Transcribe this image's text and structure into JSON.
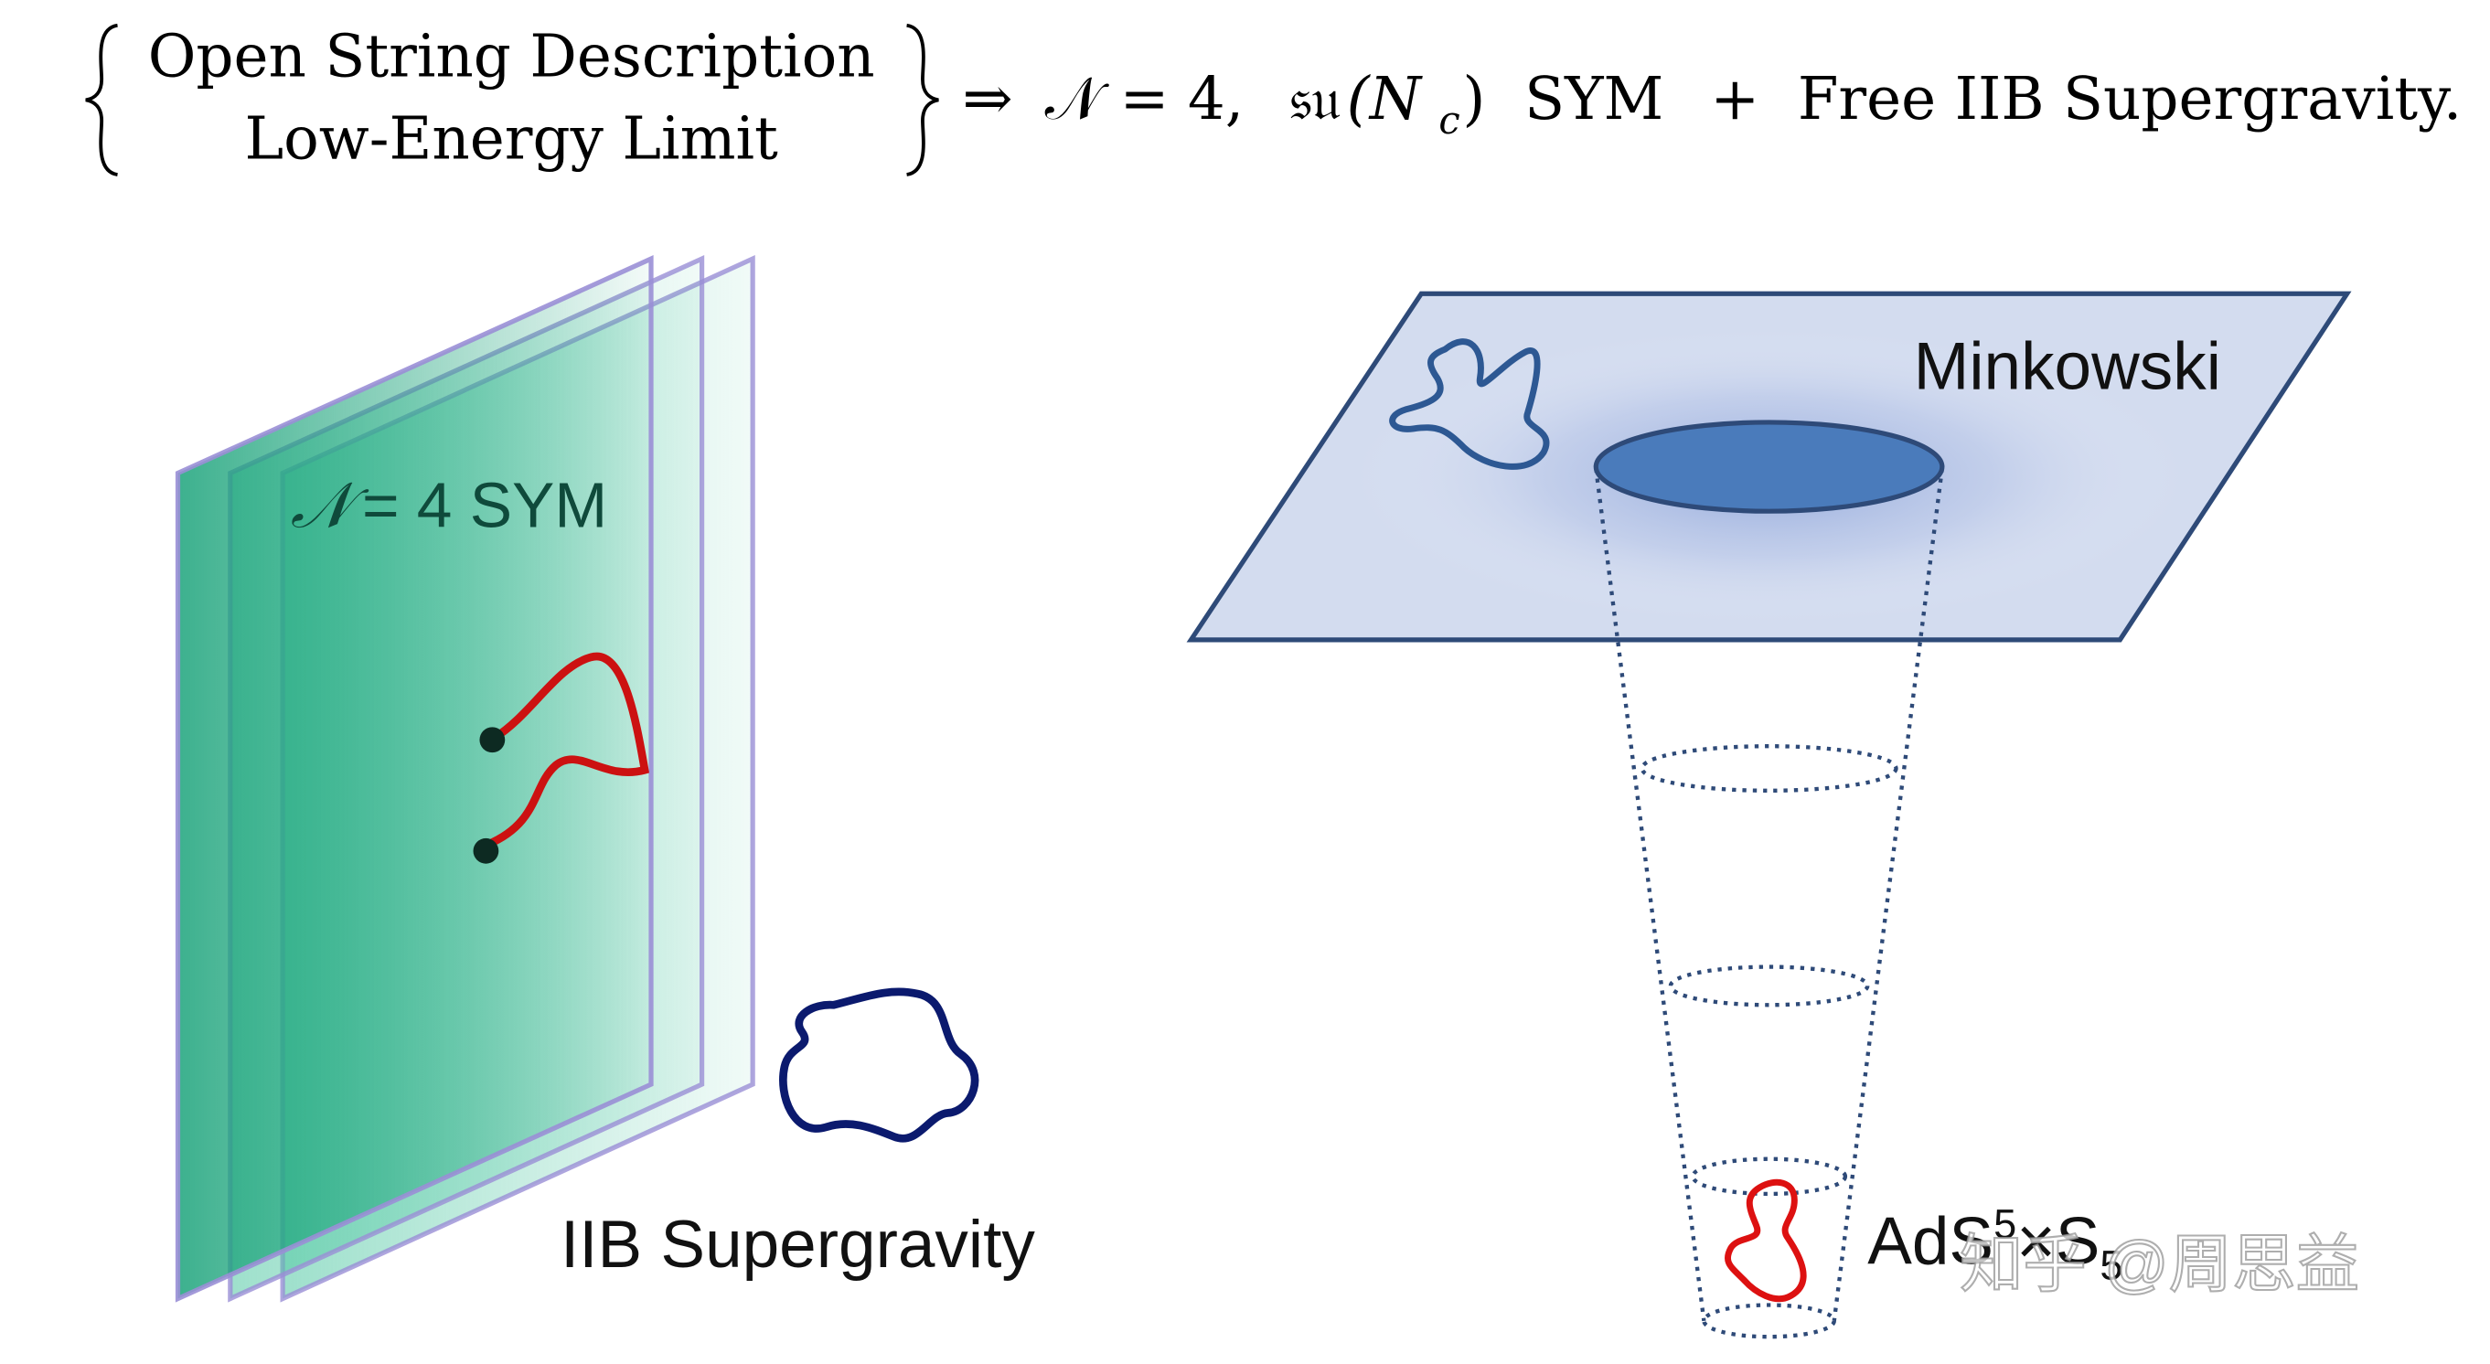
{
  "header": {
    "brace_line1": "Open String Description",
    "brace_line2": "Low-Energy Limit",
    "arrow": "⇒",
    "n4": "𝒩 = 4,",
    "su": "𝔰𝔲",
    "nc": "(N",
    "nc_sub": "c",
    "nc_close": ")",
    "sym": "SYM",
    "plus": "+",
    "free": "Free IIB Supergravity."
  },
  "left_diagram": {
    "brane_label_n": "𝒩",
    "brane_label_rest": " = 4 SYM",
    "bulk_label": "IIB Supergravity",
    "string_color": "#cc1111",
    "closed_string_color": "#0b1a6e",
    "brane_fill": "#1aa37a"
  },
  "right_diagram": {
    "plane_label": "Minkowski",
    "throat_label_base": "AdS",
    "throat_label_sup": "5",
    "throat_label_times": "×S",
    "throat_label_sub": "5",
    "plane_fill": "#d3dcef",
    "disk_fill": "#4a7bbb",
    "closed_string_color": "#2d5893",
    "throat_string_color": "#dd1111"
  },
  "watermark": "知乎 @周思益"
}
